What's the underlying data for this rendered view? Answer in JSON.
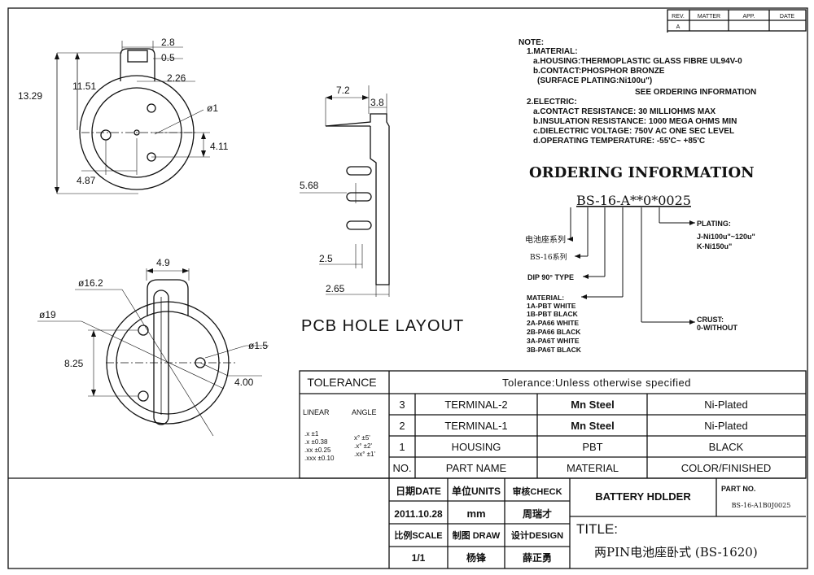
{
  "revision_block": {
    "headers": [
      "REV.",
      "MATTER",
      "APP.",
      "DATE"
    ],
    "rev": "A"
  },
  "notes": {
    "title": "NOTE:",
    "lines": [
      "1.MATERIAL:",
      "a.HOUSING:THERMOPLASTIC GLASS FIBRE UL94V-0",
      "b.CONTACT:PHOSPHOR BRONZE",
      "(SURFACE PLATING:Ni100u\")",
      "SEE ORDERING INFORMATION",
      "2.ELECTRIC:",
      "a.CONTACT RESISTANCE: 30 MILLIOHMS MAX",
      "b.INSULATION RESISTANCE: 1000 MEGA OHMS MIN",
      "c.DIELECTRIC VOLTAGE: 750V AC ONE SEC LEVEL",
      "d.OPERATING TEMPERATURE: -55'C~ +85'C"
    ]
  },
  "ordering": {
    "title": "ORDERING INFORMATION",
    "code": "BS-16-A**0*0025",
    "series_cn": "电池座系列",
    "series": "BS-16系列",
    "dip": "DIP 90° TYPE",
    "plating_title": "PLATING:",
    "plating_1": "J-Ni100u\"~120u\"",
    "plating_2": "K-Ni150u\"",
    "material_title": "MATERIAL:",
    "material_items": [
      "1A-PBT WHITE",
      "1B-PBT BLACK",
      "2A-PA66 WHITE",
      "2B-PA66 BLACK",
      "3A-PA6T WHITE",
      "3B-PA6T BLACK"
    ],
    "crust_title": "CRUST:",
    "crust_1": "0-WITHOUT"
  },
  "dims_top": {
    "d1": "2.8",
    "d2": "0.5",
    "d3": "2.26",
    "d4": "13.29",
    "d5": "11.51",
    "d6": "ø1",
    "d7": "4.11",
    "d8": "4.87"
  },
  "dims_side": {
    "d1": "7.2",
    "d2": "3.8",
    "d3": "5.68",
    "d4": "2.5",
    "d5": "2.65"
  },
  "dims_bottom": {
    "d1": "4.9",
    "d2": "ø16.2",
    "d3": "ø19",
    "d4": "8.25",
    "d5": "ø1.5",
    "d6": "4.00"
  },
  "pcb_label": "PCB HOLE LAYOUT",
  "tolerance": {
    "header": "TOLERANCE",
    "note": "Tolerance:Unless otherwise specified",
    "linear": "LINEAR",
    "angle": "ANGLE",
    "lin_rows": [
      ".x  ±1",
      ".x  ±0.38",
      ".xx  ±0.25",
      ".xxx  ±0.10"
    ],
    "ang_rows": [
      "x°  ±5'",
      ".x°  ±2'",
      ".xx°  ±1'"
    ]
  },
  "parts": {
    "rows": [
      {
        "no": "3",
        "name": "TERMINAL-2",
        "material": "Mn Steel",
        "finish": "Ni-Plated"
      },
      {
        "no": "2",
        "name": "TERMINAL-1",
        "material": "Mn Steel",
        "finish": "Ni-Plated"
      },
      {
        "no": "1",
        "name": "HOUSING",
        "material": "PBT",
        "finish": "BLACK"
      }
    ],
    "header": {
      "no": "NO.",
      "name": "PART NAME",
      "material": "MATERIAL",
      "finish": "COLOR/FINISHED"
    }
  },
  "title_block": {
    "date_label": "日期DATE",
    "units_label": "单位UNITS",
    "check_label": "审核CHECK",
    "date": "2011.10.28",
    "units": "mm",
    "checker": "周瑞才",
    "scale_label": "比例SCALE",
    "draw_label": "制图 DRAW",
    "design_label": "设计DESIGN",
    "scale": "1/1",
    "drawer": "杨锋",
    "designer": "薛正勇",
    "product": "BATTERY HDLDER",
    "part_no_label": "PART NO.",
    "part_no": "BS-16-A1B0J0025",
    "title_label": "TITLE:",
    "title": "两PIN电池座卧式 (BS-1620)"
  }
}
